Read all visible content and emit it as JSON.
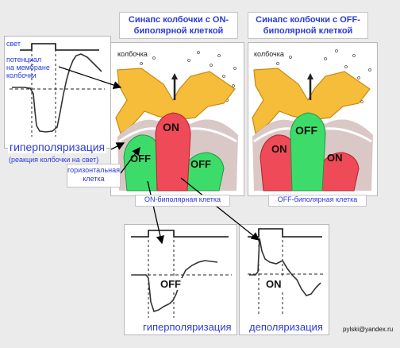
{
  "titles": {
    "on_synapse": "Синапс колбочки с ON-биполярной клеткой",
    "off_synapse": "Синапс колбочки с OFF-биполярной клеткой"
  },
  "labels": {
    "light": "свет",
    "cone_potential": "потенциал на мембране колбочки",
    "hyperpolarization_main": "гиперполяризация",
    "cone_reaction": "(реакция колбочки на свет)",
    "cone_left": "колбочка",
    "cone_right": "колбочка",
    "horizontal_cell": "горизонтальная клетка",
    "on_bipolar": "ON-биполярная клетка",
    "off_bipolar": "OFF-биполярная клетка",
    "hyperpolarization_bottom": "гиперполяризация",
    "depolarization_bottom": "деполяризация",
    "email": "pylski@yandex.ru"
  },
  "cells": {
    "left_center": "ON",
    "left_side_left": "OFF",
    "left_side_right": "OFF",
    "right_center": "OFF",
    "right_side_left": "ON",
    "right_side_right": "ON"
  },
  "traces": {
    "off_trace_label": "OFF",
    "on_trace_label": "ON"
  },
  "colors": {
    "cone_yellow": "#f5bd3a",
    "on_red": "#ef4a57",
    "off_green": "#3ddc6a",
    "text_blue": "#2b3bd6",
    "title_blue": "#2b3bd6"
  }
}
